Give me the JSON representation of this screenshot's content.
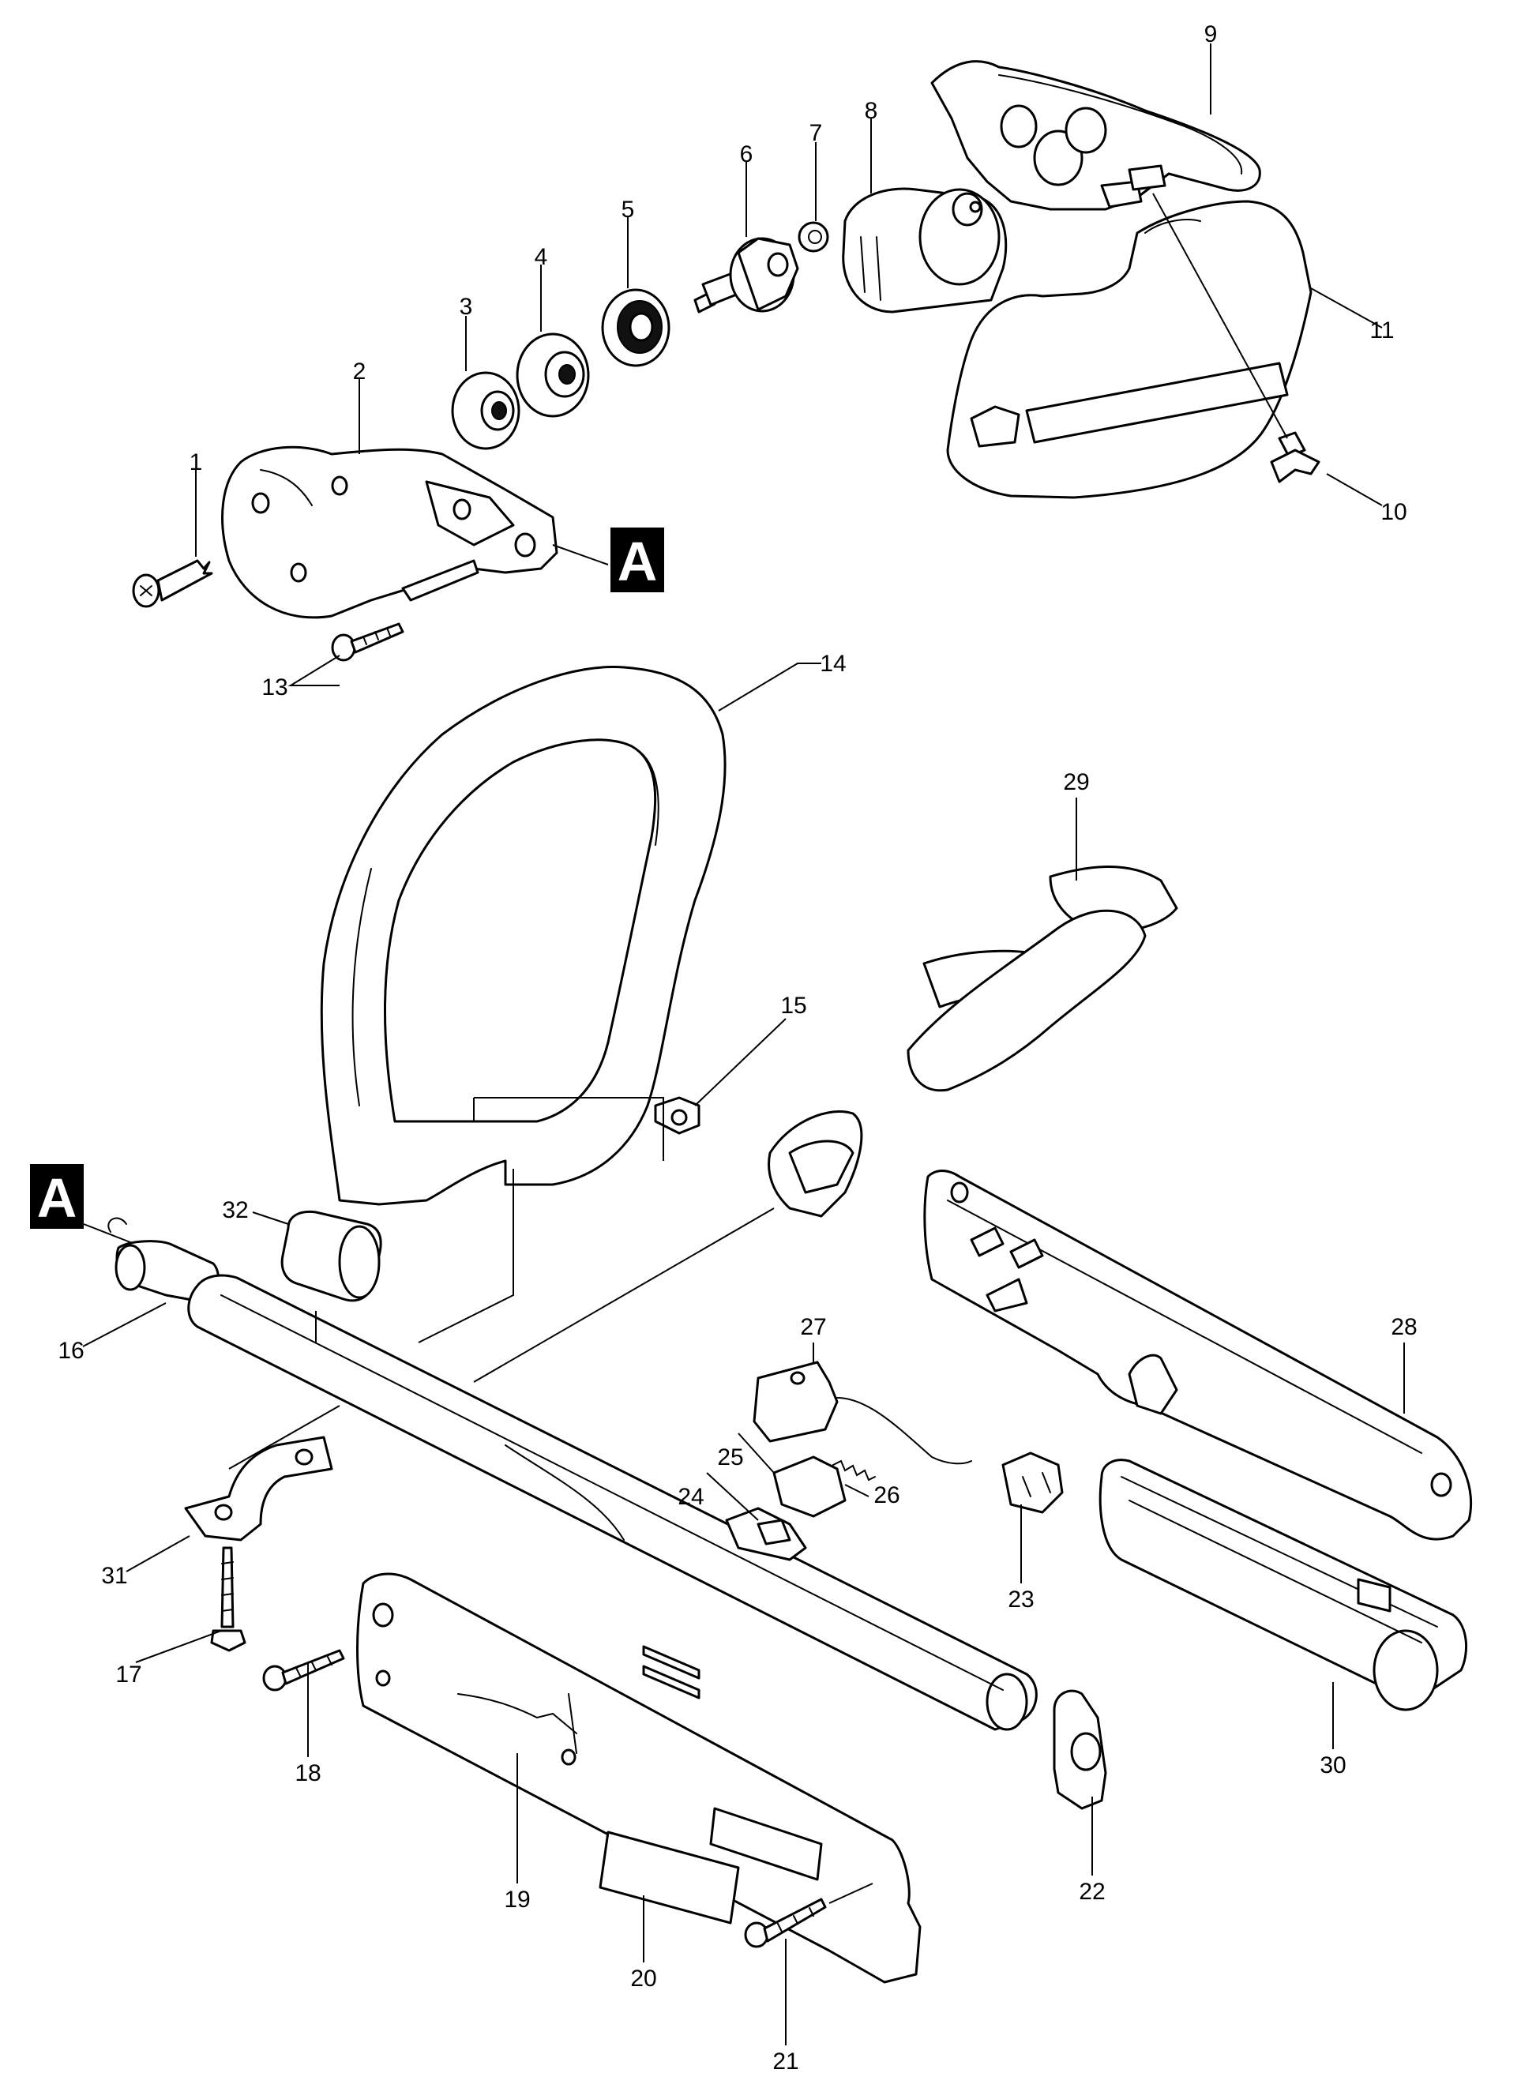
{
  "callouts": [
    "1",
    "2",
    "3",
    "4",
    "5",
    "6",
    "7",
    "8",
    "9",
    "10",
    "11",
    "13",
    "14",
    "15",
    "16",
    "17",
    "18",
    "19",
    "20",
    "21",
    "22",
    "23",
    "24",
    "25",
    "26",
    "27",
    "28",
    "29",
    "30",
    "31",
    "32"
  ],
  "connector_marker": "A"
}
